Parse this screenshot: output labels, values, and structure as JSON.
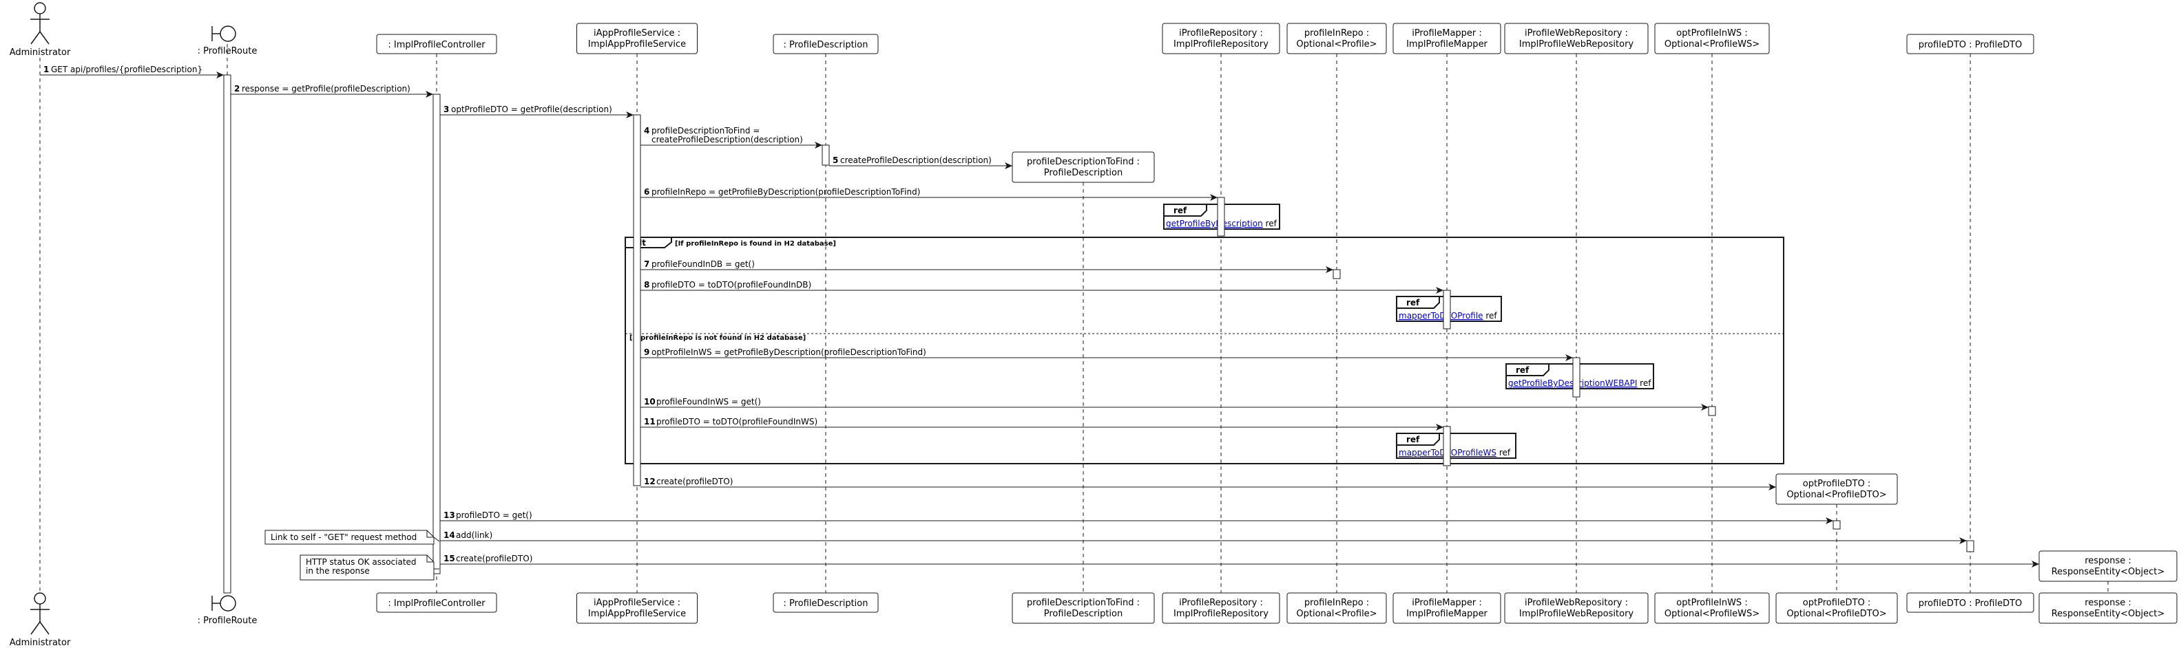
{
  "participants": [
    {
      "id": "admin",
      "kind": "actor",
      "lines": [
        "Administrator"
      ]
    },
    {
      "id": "route",
      "kind": "boundary",
      "lines": [
        ": ProfileRoute"
      ]
    },
    {
      "id": "ctrl",
      "kind": "box",
      "lines": [
        ": ImplProfileController"
      ]
    },
    {
      "id": "svc",
      "kind": "box",
      "lines": [
        "iAppProfileService :",
        "ImplAppProfileService"
      ]
    },
    {
      "id": "pdesc",
      "kind": "box",
      "lines": [
        ": ProfileDescription"
      ]
    },
    {
      "id": "pdtf",
      "kind": "box",
      "lines": [
        "profileDescriptionToFind :",
        "ProfileDescription"
      ]
    },
    {
      "id": "repo",
      "kind": "box",
      "lines": [
        "iProfileRepository :",
        "ImplProfileRepository"
      ]
    },
    {
      "id": "inrepo",
      "kind": "box",
      "lines": [
        "profileInRepo :",
        "Optional<Profile>"
      ]
    },
    {
      "id": "mapper",
      "kind": "box",
      "lines": [
        "iProfileMapper :",
        "ImplProfileMapper"
      ]
    },
    {
      "id": "webrepo",
      "kind": "box",
      "lines": [
        "iProfileWebRepository :",
        "ImplProfileWebRepository"
      ]
    },
    {
      "id": "optws",
      "kind": "box",
      "lines": [
        "optProfileInWS :",
        "Optional<ProfileWS>"
      ]
    },
    {
      "id": "optdto",
      "kind": "box",
      "lines": [
        "optProfileDTO :",
        "Optional<ProfileDTO>"
      ]
    },
    {
      "id": "dto",
      "kind": "box",
      "lines": [
        "profileDTO : ProfileDTO"
      ]
    },
    {
      "id": "resp",
      "kind": "box",
      "lines": [
        "response :",
        "ResponseEntity<Object>"
      ]
    }
  ],
  "messages": [
    {
      "num": "1",
      "lines": [
        "GET api/profiles/{profileDescription}"
      ]
    },
    {
      "num": "2",
      "lines": [
        "response = getProfile(profileDescription)"
      ]
    },
    {
      "num": "3",
      "lines": [
        "optProfileDTO = getProfile(description)"
      ]
    },
    {
      "num": "4",
      "lines": [
        "profileDescriptionToFind =",
        "createProfileDescription(description)"
      ]
    },
    {
      "num": "5",
      "lines": [
        "createProfileDescription(description)"
      ]
    },
    {
      "num": "6",
      "lines": [
        "profileInRepo = getProfileByDescription(profileDescriptionToFind)"
      ]
    },
    {
      "num": "7",
      "lines": [
        "profileFoundInDB = get()"
      ]
    },
    {
      "num": "8",
      "lines": [
        "profileDTO = toDTO(profileFoundInDB)"
      ]
    },
    {
      "num": "9",
      "lines": [
        "optProfileInWS = getProfileByDescription(profileDescriptionToFind)"
      ]
    },
    {
      "num": "10",
      "lines": [
        "profileFoundInWS = get()"
      ]
    },
    {
      "num": "11",
      "lines": [
        "profileDTO = toDTO(profileFoundInWS)"
      ]
    },
    {
      "num": "12",
      "lines": [
        "create(profileDTO)"
      ]
    },
    {
      "num": "13",
      "lines": [
        "profileDTO = get()"
      ]
    },
    {
      "num": "14",
      "lines": [
        "add(link)"
      ]
    },
    {
      "num": "15",
      "lines": [
        "create(profileDTO)"
      ]
    }
  ],
  "refs": [
    {
      "title": "ref",
      "link": "getProfileByDescription",
      "suffix": " ref"
    },
    {
      "title": "ref",
      "link": "mapperToDTOProfile",
      "suffix": " ref"
    },
    {
      "title": "ref",
      "link": "getProfileByDescriptionWEBAPI",
      "suffix": " ref"
    },
    {
      "title": "ref",
      "link": "mapperToDTOProfileWS",
      "suffix": " ref"
    }
  ],
  "alt": {
    "keyword": "alt",
    "guard_1": "[If profileInRepo is found in H2 database]",
    "guard_2": "[If profileInRepo is not found in H2 database]"
  },
  "notes": [
    {
      "lines": [
        "Link to self - \"GET\" request method"
      ]
    },
    {
      "lines": [
        "HTTP status OK associated",
        "in the response"
      ]
    }
  ],
  "colors": {
    "line": "#181818",
    "fill": "#ffffff",
    "link": "#0000cc",
    "lifeline": "#181818"
  }
}
